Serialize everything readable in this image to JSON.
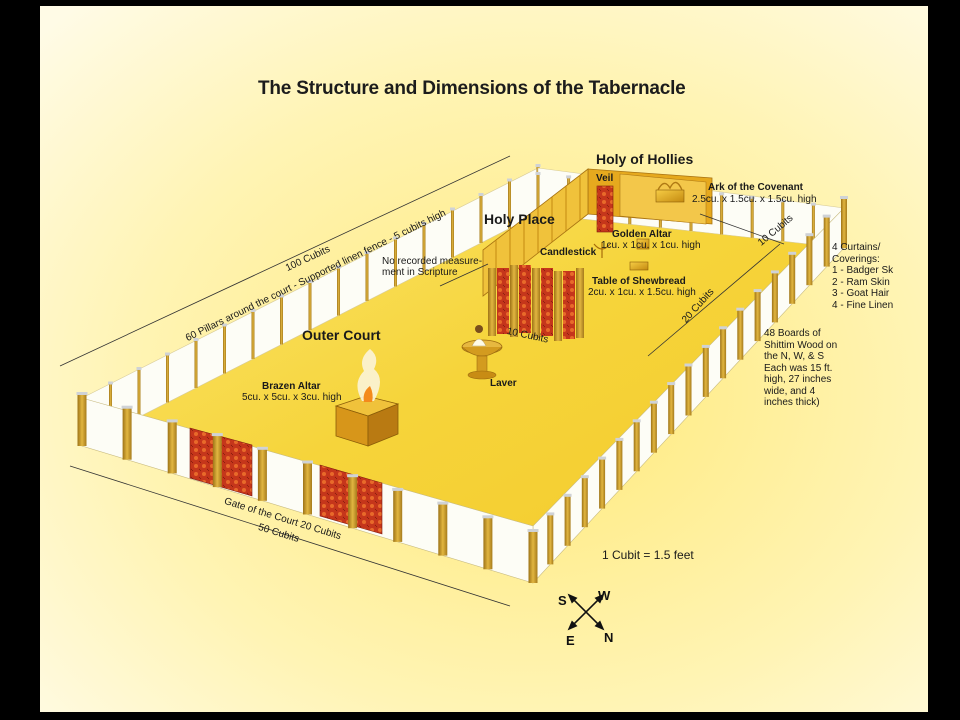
{
  "title": "The Structure and Dimensions of the Tabernacle",
  "sections": {
    "holy_of_holies": "Holy of Hollies",
    "holy_place": "Holy Place",
    "outer_court": "Outer Court"
  },
  "items": {
    "veil": "Veil",
    "ark_name": "Ark of the Covenant",
    "ark_dims": "2.5cu. x 1.5cu. x 1.5cu. high",
    "golden_altar_name": "Golden Altar",
    "golden_altar_dims": "1cu. x 1cu. x 1cu. high",
    "candlestick": "Candlestick",
    "no_measurement_1": "No recorded measure-",
    "no_measurement_2": "ment in Scripture",
    "shewbread_name": "Table of Shewbread",
    "shewbread_dims": "2cu. x 1cu. x 1.5cu. high",
    "brazen_altar_name": "Brazen Altar",
    "brazen_altar_dims": "5cu. x 5cu. x 3cu. high",
    "laver": "Laver"
  },
  "dimensions": {
    "court_length": "100 Cubits",
    "pillars_note": "60 Pillars around the court - Supported linen fence - 5 cubits high",
    "court_width": "50 Cubits",
    "gate": "Gate of the Court 20 Cubits",
    "tabernacle_length": "20 Cubits",
    "tabernacle_width_side": "10 Cubits",
    "tabernacle_width_front": "10 Cubits"
  },
  "coverings": {
    "heading_1": "4 Curtains/",
    "heading_2": "Coverings:",
    "list": [
      "1 - Badger Sk",
      "2 - Ram Skin",
      "3 - Goat Hair",
      "4 - Fine Linen"
    ]
  },
  "boards": {
    "lines": [
      "48 Boards of",
      "Shittim Wood on",
      "the N, W, & S",
      "Each was 15 ft.",
      "high, 27 inches",
      "wide, and 4",
      "inches thick)"
    ]
  },
  "scale": "1 Cubit = 1.5 feet",
  "compass": {
    "s": "S",
    "w": "W",
    "e": "E",
    "n": "N"
  },
  "colors": {
    "ground": "#f7dc4a",
    "background": "#fff6c8",
    "fence": "#fdfdf6",
    "pillar": "#c79a2a",
    "curtain": "#c5361b",
    "gold": "#e5a91e"
  }
}
